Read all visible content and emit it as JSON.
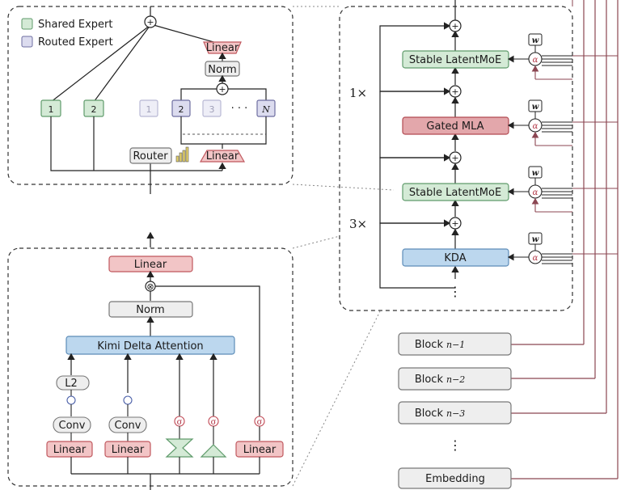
{
  "legend": {
    "shared_expert": "Shared Expert",
    "routed_expert": "Routed Expert"
  },
  "moe_panel": {
    "shared_experts": [
      "1",
      "2"
    ],
    "routed_experts": [
      "1",
      "2",
      "3",
      "N"
    ],
    "ellipsis": "· · ·",
    "router": "Router",
    "linear_in": "Linear",
    "norm": "Norm",
    "linear_out": "Linear",
    "plus": "+"
  },
  "kda_panel": {
    "linear_out": "Linear",
    "norm": "Norm",
    "multiply": "⊗",
    "attention": "Kimi Delta Attention",
    "l2": "L2",
    "conv_1": "Conv",
    "conv_2": "Conv",
    "linear_1": "Linear",
    "linear_2": "Linear",
    "linear_3": "Linear",
    "sigma": "σ"
  },
  "stack_panel": {
    "repeat_top": "1×",
    "repeat_bottom": "3×",
    "layer_1": "Stable LatentMoE",
    "layer_2": "Gated MLA",
    "layer_3": "Stable LatentMoE",
    "layer_4": "KDA",
    "alpha": "α",
    "w": "w",
    "vdots": "⋮"
  },
  "blocks": {
    "block_1_name": "Block",
    "block_1_index": "n−1",
    "block_2_name": "Block",
    "block_2_index": "n−2",
    "block_3_name": "Block",
    "block_3_index": "n−3",
    "vdots": "⋮",
    "embedding": "Embedding"
  },
  "colors": {
    "green": "#d4ead6",
    "green_stroke": "#5f9b6b",
    "pink": "#f2c5c6",
    "pink_stroke": "#c0585e",
    "lavender": "#dcdcef",
    "lavender_stroke": "#6e6ea0",
    "blue": "#bcd7ee",
    "blue_stroke": "#5d8cb8",
    "gray": "#eeeeee",
    "gray_stroke": "#777777",
    "maroon": "#8b4652",
    "red": "#c04652"
  }
}
